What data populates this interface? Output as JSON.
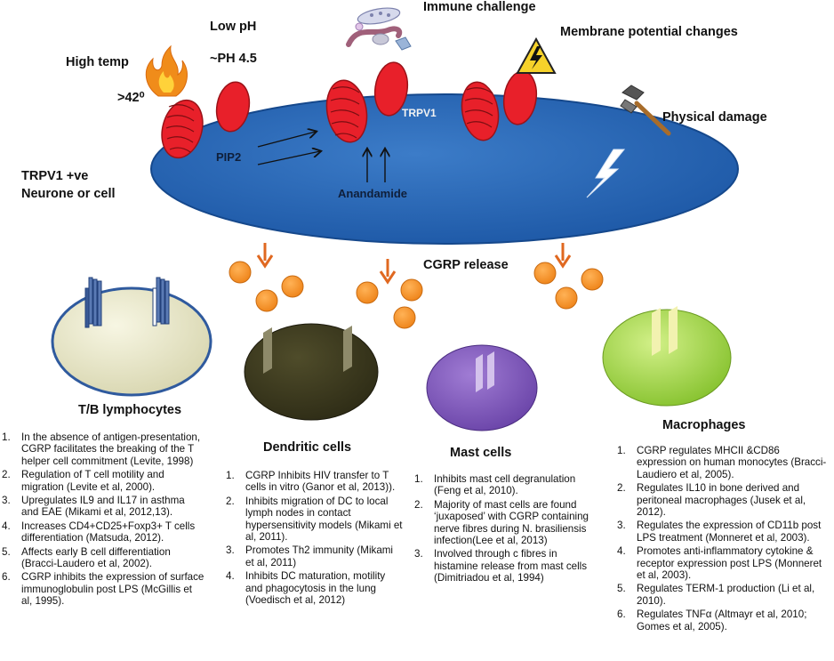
{
  "stimuli": {
    "low_ph": "Low pH",
    "ph_value": "~PH 4.5",
    "immune": "Immune challenge",
    "membrane": "Membrane potential changes",
    "high_temp": "High temp",
    "temp_value": ">42⁰",
    "physical": "Physical damage"
  },
  "cell": {
    "label_line1": "TRPV1 +ve",
    "label_line2": "Neurone or cell",
    "channel": "TRPV1",
    "pip2": "PIP2",
    "anandamide": "Anandamide"
  },
  "release": "CGRP release",
  "colors": {
    "neuron": "#2f6cb6",
    "channel": "#e8202a",
    "vesicle": "#f0902a",
    "arrow": "#e06820"
  },
  "cells": {
    "tb": {
      "title": "T/B lymphocytes",
      "notes": [
        "In the absence of antigen-presentation, CGRP facilitates the breaking of the T helper cell commitment (Levite, 1998)",
        "Regulation of T cell motility and migration (Levite et al, 2000).",
        "Upregulates IL9 and IL17 in asthma and EAE (Mikami et al, 2012,13).",
        "Increases CD4+CD25+Foxp3+ T cells differentiation (Matsuda, 2012).",
        "Affects early B cell differentiation (Bracci-Laudero et al, 2002).",
        "CGRP inhibits the expression of surface immunoglobulin post LPS (McGillis et al, 1995)."
      ]
    },
    "dc": {
      "title": "Dendritic cells",
      "notes": [
        "CGRP Inhibits HIV transfer to T cells in vitro (Ganor et al, 2013)).",
        "Inhibits migration of DC to local lymph nodes in contact hypersensitivity models (Mikami et al, 2011).",
        "Promotes Th2 immunity (Mikami et al, 2011)",
        "Inhibits DC maturation, motility and phagocytosis in the lung (Voedisch et al, 2012)"
      ]
    },
    "mast": {
      "title": "Mast cells",
      "notes": [
        "Inhibits mast cell degranulation (Feng et al, 2010).",
        "Majority of mast cells are found ‘juxaposed’ with CGRP containing nerve fibres during N. brasiliensis infection(Lee et al, 2013)",
        "Involved through c fibres in histamine release from mast cells (Dimitriadou et al, 1994)"
      ]
    },
    "mac": {
      "title": "Macrophages",
      "notes": [
        "CGRP regulates MHCII &CD86 expression on human monocytes (Bracci-Laudiero et al, 2005).",
        "Regulates IL10  in bone derived and peritoneal macrophages (Jusek et al, 2012).",
        "Regulates the expression of CD11b post LPS treatment  (Monneret et al, 2003).",
        "Promotes anti-inflammatory cytokine & receptor expression post LPS (Monneret et al, 2003).",
        "Regulates TERM-1 production (Li et al, 2010).",
        "Regulates TNFα (Altmayr et al, 2010; Gomes et al, 2005)."
      ]
    }
  }
}
